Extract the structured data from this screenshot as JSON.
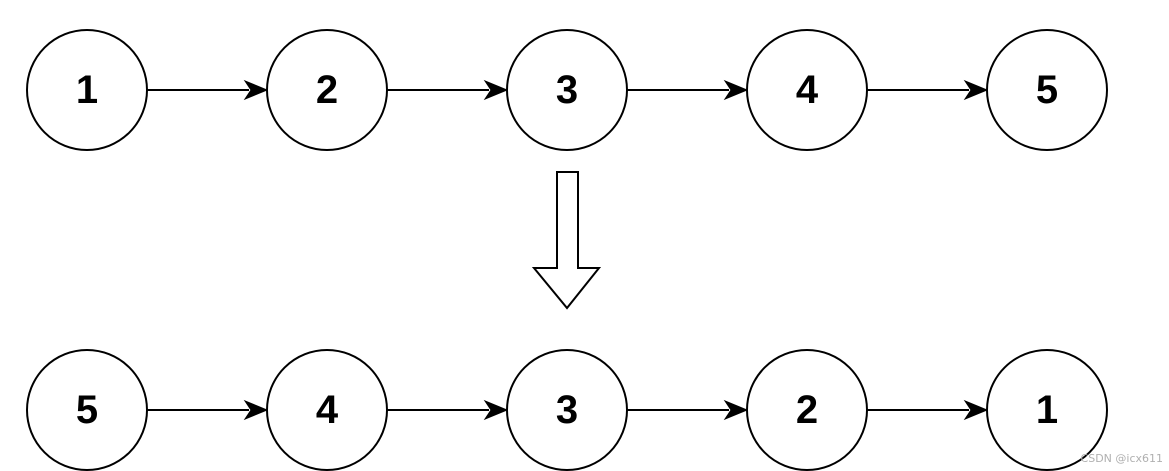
{
  "diagram": {
    "top_list": {
      "nodes": [
        "1",
        "2",
        "3",
        "4",
        "5"
      ]
    },
    "bottom_list": {
      "nodes": [
        "5",
        "4",
        "3",
        "2",
        "1"
      ]
    }
  },
  "watermark": "CSDN @icx611"
}
